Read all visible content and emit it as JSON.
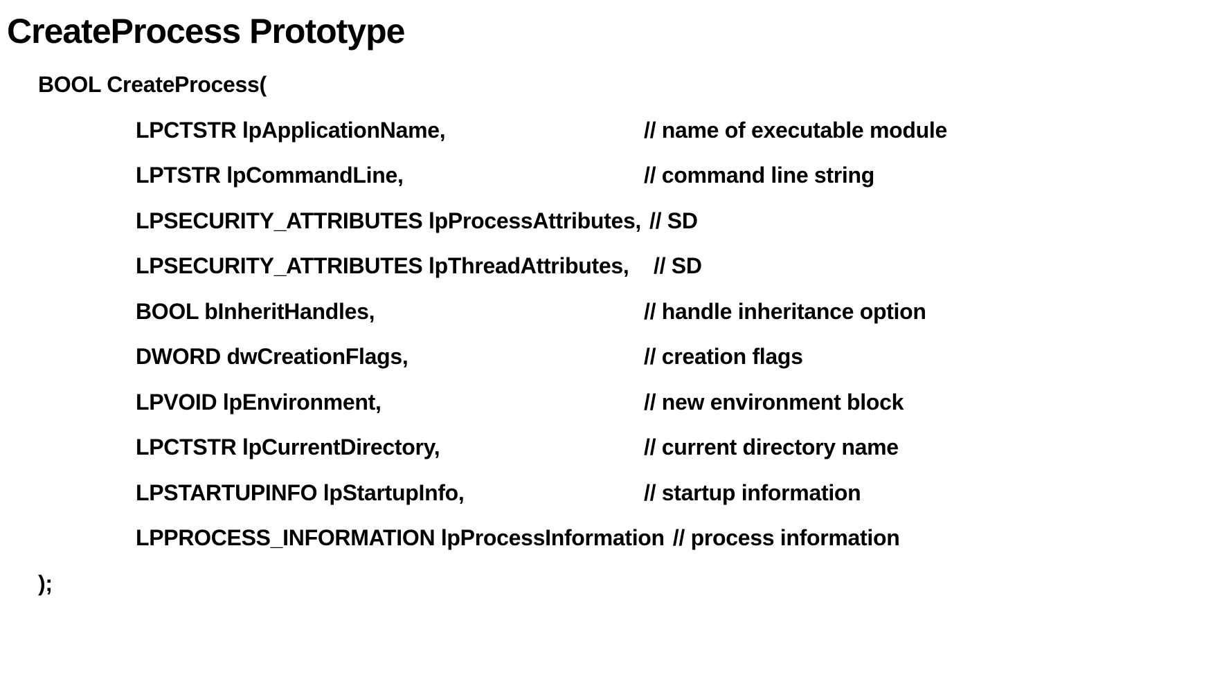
{
  "slide": {
    "title": "CreateProcess Prototype",
    "code": {
      "open_line": "BOOL CreateProcess(",
      "close_line": ");",
      "params": [
        {
          "decl": "LPCTSTR lpApplicationName,",
          "comment": "// name of executable module"
        },
        {
          "decl": "LPTSTR lpCommandLine,",
          "comment": "// command line string"
        },
        {
          "decl": "LPSECURITY_ATTRIBUTES lpProcessAttributes,",
          "comment": "// SD"
        },
        {
          "decl": "LPSECURITY_ATTRIBUTES lpThreadAttributes,",
          "comment": "// SD"
        },
        {
          "decl": "BOOL bInheritHandles,",
          "comment": "// handle inheritance option"
        },
        {
          "decl": "DWORD dwCreationFlags,",
          "comment": "// creation flags"
        },
        {
          "decl": "LPVOID lpEnvironment,",
          "comment": "// new environment block"
        },
        {
          "decl": "LPCTSTR lpCurrentDirectory,",
          "comment": "// current directory name"
        },
        {
          "decl": "LPSTARTUPINFO lpStartupInfo,",
          "comment": "// startup information"
        },
        {
          "decl": "LPPROCESS_INFORMATION lpProcessInformation",
          "comment": "// process information"
        }
      ]
    },
    "colors": {
      "background": "#ffffff",
      "text": "#000000"
    }
  }
}
